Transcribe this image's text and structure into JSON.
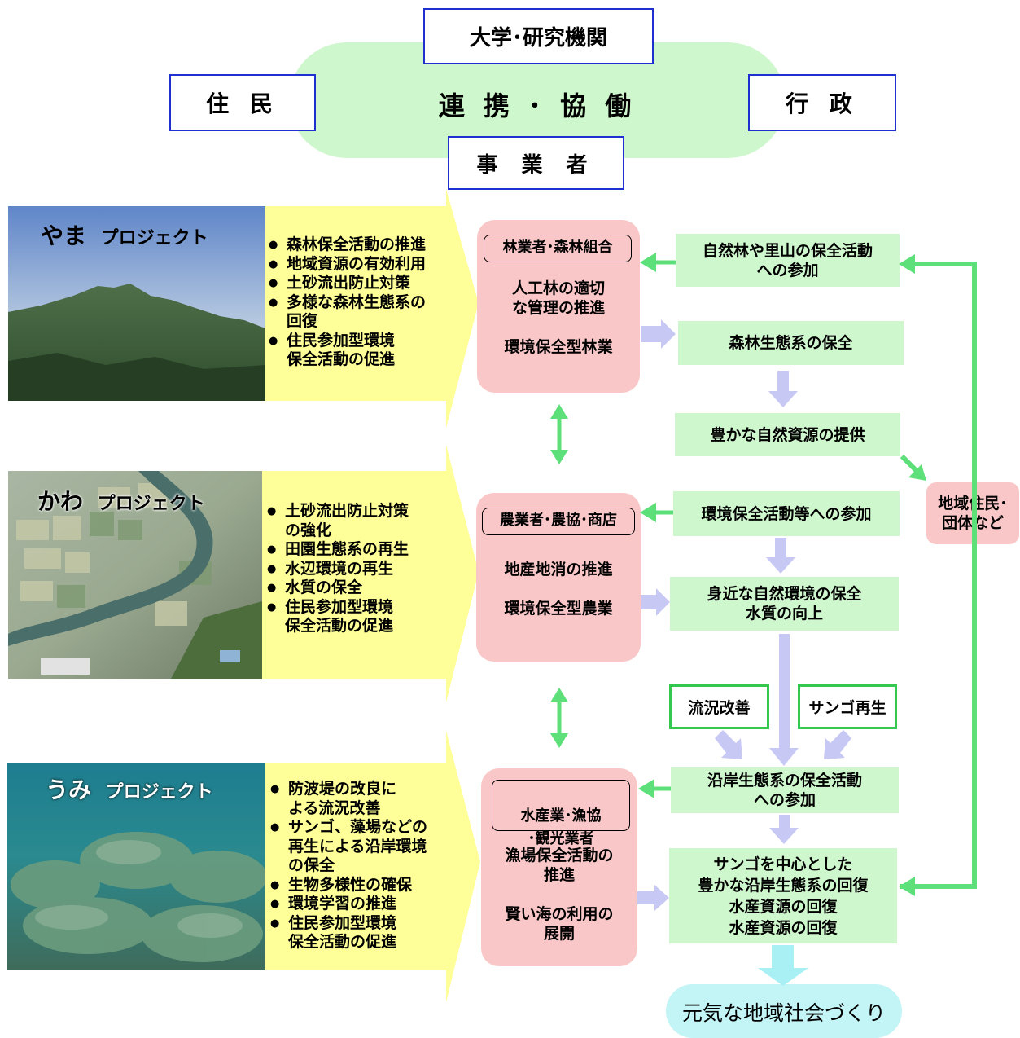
{
  "top": {
    "university": "大学･研究機関",
    "residents": "住 民",
    "administration": "行 政",
    "business": "事 業 者",
    "collaboration": "連 携 ･ 協 働"
  },
  "projects": [
    {
      "title_main": "やま",
      "title_sub": "プロジェクト",
      "bullets": [
        "森林保全活動の推進",
        "地域資源の有効利用",
        "土砂流出防止対策",
        "多様な森林生態系の\n回復",
        "住民参加型環境\n保全活動の促進"
      ]
    },
    {
      "title_main": "かわ",
      "title_sub": "プロジェクト",
      "bullets": [
        "土砂流出防止対策\nの強化",
        "田園生態系の再生",
        "水辺環境の再生",
        "水質の保全",
        "住民参加型環境\n保全活動の促進"
      ]
    },
    {
      "title_main": "うみ",
      "title_sub": "プロジェクト",
      "bullets": [
        "防波堤の改良に\nよる流況改善",
        "サンゴ、藻場などの\n再生による沿岸環境\nの保全",
        "生物多様性の確保",
        "環境学習の推進",
        "住民参加型環境\n保全活動の促進"
      ]
    }
  ],
  "actors": [
    {
      "label": "林業者･森林組合",
      "line1": "人工林の適切\nな管理の推進",
      "line2": "環境保全型林業"
    },
    {
      "label": "農業者･農協･商店",
      "line1": "地産地消の推進",
      "line2": "環境保全型農業"
    },
    {
      "label": "水産業･漁協\n･観光業者",
      "line1": "漁場保全活動の\n推進",
      "line2": "賢い海の利用の\n展開"
    }
  ],
  "flow": {
    "forest_participation": "自然林や里山の保全活動\nへの参加",
    "forest_conservation": "森林生態系の保全",
    "natural_resources": "豊かな自然資源の提供",
    "env_participation": "環境保全活動等への参加",
    "nearby_env": "身近な自然環境の保全\n水質の向上",
    "current_improvement": "流況改善",
    "coral_regeneration": "サンゴ再生",
    "coastal_participation": "沿岸生態系の保全活動\nへの参加",
    "coastal_recovery": "サンゴを中心とした\n豊かな沿岸生態系の回復\n水産資源の回復\n水産資源の回復",
    "residents_groups": "地域住民･\n団体など",
    "final_goal": "元気な地域社会づくり"
  },
  "colors": {
    "blue_border": "#1f2fd0",
    "light_green": "#cff7cd",
    "bright_green": "#5de07a",
    "pink": "#f9c7c7",
    "yellow": "#ffff99",
    "lavender_arrow": "#c8c8f4",
    "cyan_arrow": "#a8f0f4"
  }
}
